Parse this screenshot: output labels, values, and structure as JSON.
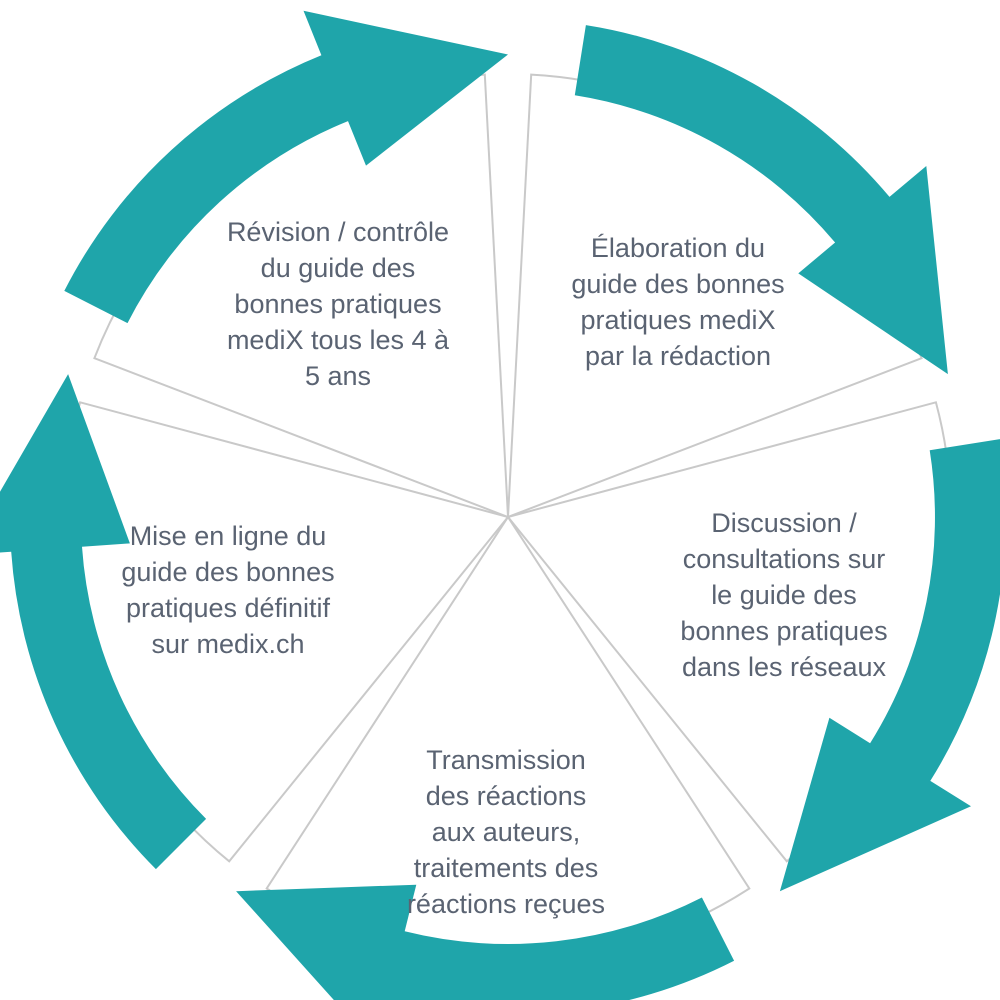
{
  "colors": {
    "arrow": "#1fa5aa",
    "text": "#5a6372",
    "divider": "#c9c9c9",
    "background": "#ffffff"
  },
  "steps": [
    {
      "label": "Élaboration du\nguide des bonnes\npratiques mediX\npar la rédaction"
    },
    {
      "label": "Discussion /\nconsultations sur\nle guide des\nbonnes pratiques\ndans les réseaux"
    },
    {
      "label": "Transmission\ndes réactions\naux auteurs,\ntraitements des\nréactions reçues"
    },
    {
      "label": "Mise en ligne du\nguide des bonnes\npratiques définitif\nsur medix.ch"
    },
    {
      "label": "Révision / contrôle\ndu guide des\nbonnes pratiques\nmediX tous les 4 à\n5 ans"
    }
  ]
}
